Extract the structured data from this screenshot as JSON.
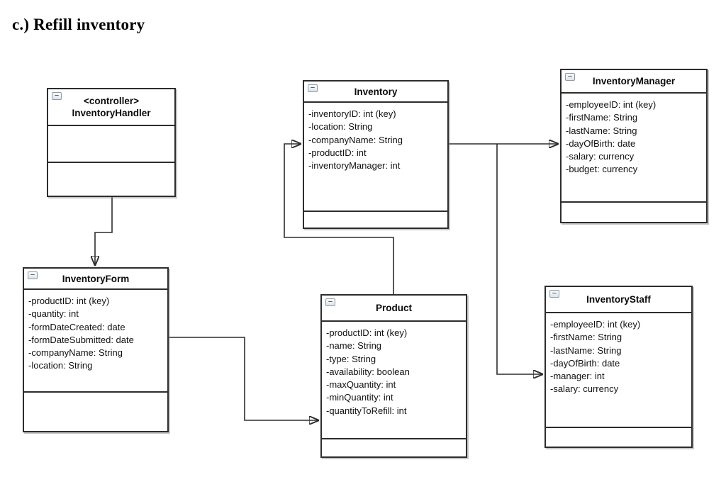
{
  "page": {
    "title": "c.) Refill inventory"
  },
  "diagram": {
    "type": "uml-class-diagram",
    "collapse_icon": "−",
    "colors": {
      "line": "#2d2d2d",
      "text": "#111111",
      "background": "#ffffff",
      "collapse_border": "#8d9aa8"
    },
    "classes": {
      "handler": {
        "stereotype": "<controller>",
        "name": "InventoryHandler",
        "attributes": []
      },
      "inventory": {
        "name": "Inventory",
        "attributes": [
          "-inventoryID: int (key)",
          "-location: String",
          "-companyName: String",
          "-productID: int",
          "-inventoryManager: int"
        ]
      },
      "manager": {
        "name": "InventoryManager",
        "attributes": [
          "-employeeID: int (key)",
          "-firstName: String",
          "-lastName: String",
          "-dayOfBirth: date",
          "-salary: currency",
          "-budget: currency"
        ]
      },
      "form": {
        "name": "InventoryForm",
        "attributes": [
          "-productID: int (key)",
          "-quantity: int",
          "-formDateCreated: date",
          "-formDateSubmitted: date",
          "-companyName: String",
          "-location: String"
        ]
      },
      "product": {
        "name": "Product",
        "attributes": [
          "-productID: int (key)",
          "-name: String",
          "-type: String",
          "-availability: boolean",
          "-maxQuantity: int",
          "-minQuantity: int",
          "-quantityToRefill: int"
        ]
      },
      "staff": {
        "name": "InventoryStaff",
        "attributes": [
          "-employeeID: int (key)",
          "-firstName: String",
          "-lastName: String",
          "-dayOfBirth: date",
          "-manager: int",
          "-salary: currency"
        ]
      }
    },
    "connections": [
      {
        "from": "InventoryHandler",
        "to": "InventoryForm",
        "style": "arrow"
      },
      {
        "from": "InventoryForm",
        "to": "Product",
        "style": "arrow"
      },
      {
        "from": "Product",
        "to": "Inventory",
        "style": "arrow"
      },
      {
        "from": "Inventory",
        "to": "InventoryManager",
        "style": "arrow"
      },
      {
        "from": "Inventory",
        "to": "InventoryStaff",
        "style": "arrow"
      }
    ]
  }
}
